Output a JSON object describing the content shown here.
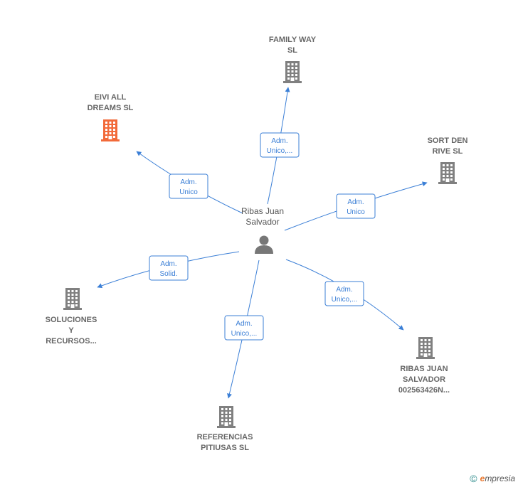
{
  "center": {
    "name_lines": [
      "Ribas Juan",
      "Salvador"
    ],
    "icon": "person-icon"
  },
  "nodes": [
    {
      "id": "family-way",
      "name_lines": [
        "FAMILY WAY",
        "SL"
      ],
      "icon": "building-icon",
      "focus": false,
      "role_lines": [
        "Adm.",
        "Unico,..."
      ]
    },
    {
      "id": "eivi-all-dreams",
      "name_lines": [
        "EIVI ALL",
        "DREAMS  SL"
      ],
      "icon": "building-icon",
      "focus": true,
      "role_lines": [
        "Adm.",
        "Unico"
      ]
    },
    {
      "id": "sort-den-rive",
      "name_lines": [
        "SORT DEN",
        "RIVE  SL"
      ],
      "icon": "building-icon",
      "focus": false,
      "role_lines": [
        "Adm.",
        "Unico"
      ]
    },
    {
      "id": "soluciones-y-recursos",
      "name_lines": [
        "SOLUCIONES",
        "Y",
        "RECURSOS..."
      ],
      "icon": "building-icon",
      "focus": false,
      "role_lines": [
        "Adm.",
        "Solid."
      ]
    },
    {
      "id": "ribas-juan-salvador-co",
      "name_lines": [
        "RIBAS JUAN",
        "SALVADOR",
        "002563426N..."
      ],
      "icon": "building-icon",
      "focus": false,
      "role_lines": [
        "Adm.",
        "Unico,..."
      ]
    },
    {
      "id": "referencias-pitiusas",
      "name_lines": [
        "REFERENCIAS",
        "PITIUSAS  SL"
      ],
      "icon": "building-icon",
      "focus": false,
      "role_lines": [
        "Adm.",
        "Unico,..."
      ]
    }
  ],
  "colors": {
    "edge": "#3b7fd6",
    "building": "#808080",
    "building_focus": "#f26a3a",
    "person": "#777777"
  },
  "footer": {
    "copyright": "©",
    "brand_initial": "e",
    "brand_rest": "mpresia"
  }
}
